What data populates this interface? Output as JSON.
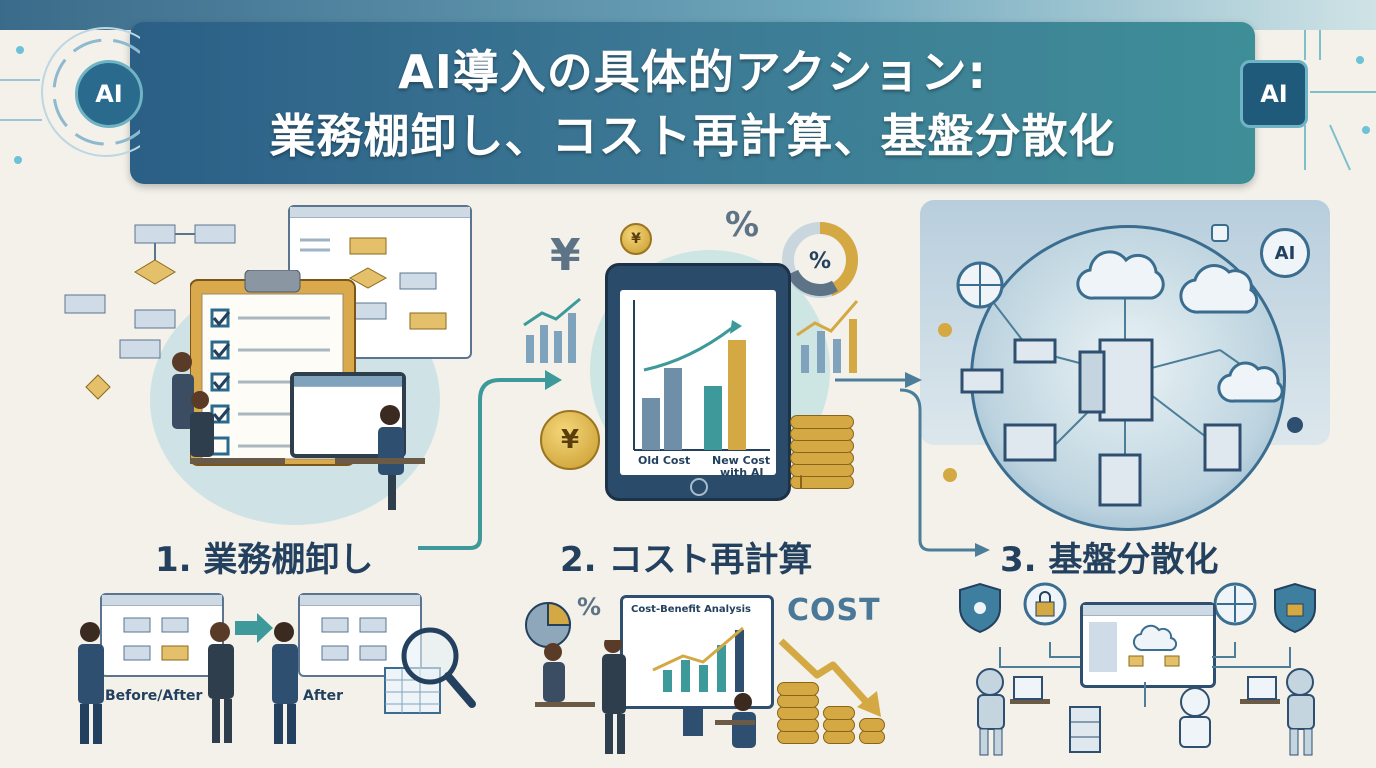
{
  "header": {
    "title_line1": "AI導入の具体的アクション:",
    "title_line2": "業務棚卸し、コスト再計算、基盤分散化",
    "chip_left_label": "AI",
    "chip_right_label": "AI"
  },
  "sections": [
    {
      "label": "1. 業務棚卸し"
    },
    {
      "label": "2. コスト再計算"
    },
    {
      "label": "3. 基盤分散化"
    }
  ],
  "section1": {
    "before_after_label": "Before/After",
    "after_label": "After"
  },
  "section2": {
    "old_cost_label": "Old Cost",
    "new_cost_label_line1": "New Cost",
    "new_cost_label_line2": "with AI",
    "yen_symbol": "¥",
    "percent_symbol": "%",
    "cba_title": "Cost-Benefit Analysis",
    "cost_word": "COST"
  },
  "section3": {
    "ai_badge": "AI"
  },
  "colors": {
    "header_start": "#2b5f86",
    "header_end": "#3e8e98",
    "label_text": "#23415e",
    "accent_teal": "#3e9a9a",
    "gold": "#d4a944"
  }
}
